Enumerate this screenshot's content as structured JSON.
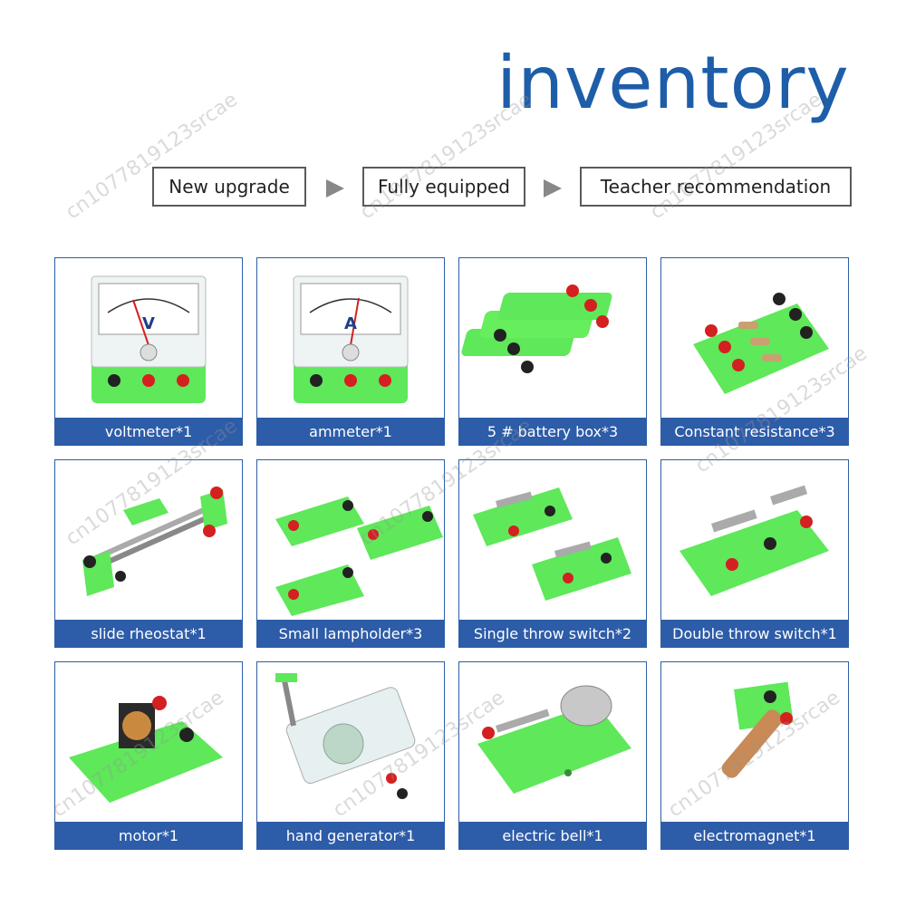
{
  "header": {
    "title": "inventory"
  },
  "tags": [
    "New upgrade",
    "Fully equipped",
    "Teacher recommendation"
  ],
  "items": [
    {
      "label": "voltmeter*1",
      "icon": "voltmeter-icon"
    },
    {
      "label": "ammeter*1",
      "icon": "ammeter-icon"
    },
    {
      "label": "5 # battery box*3",
      "icon": "battery-box-icon"
    },
    {
      "label": "Constant resistance*3",
      "icon": "resistor-board-icon"
    },
    {
      "label": "slide rheostat*1",
      "icon": "slide-rheostat-icon"
    },
    {
      "label": "Small lampholder*3",
      "icon": "lampholder-icon"
    },
    {
      "label": "Single throw switch*2",
      "icon": "single-throw-switch-icon"
    },
    {
      "label": "Double throw switch*1",
      "icon": "double-throw-switch-icon"
    },
    {
      "label": "motor*1",
      "icon": "motor-icon"
    },
    {
      "label": "hand generator*1",
      "icon": "hand-generator-icon"
    },
    {
      "label": "electric bell*1",
      "icon": "electric-bell-icon"
    },
    {
      "label": "electromagnet*1",
      "icon": "electromagnet-icon"
    }
  ],
  "meters": {
    "voltmeter_symbol": "V",
    "ammeter_symbol": "A"
  },
  "watermark": "cn1077819123srcae",
  "colors": {
    "title": "#1e5ea8",
    "caption_bg": "#2d5ca8",
    "plastic": "#5ee85a",
    "terminal_red": "#d42020"
  }
}
